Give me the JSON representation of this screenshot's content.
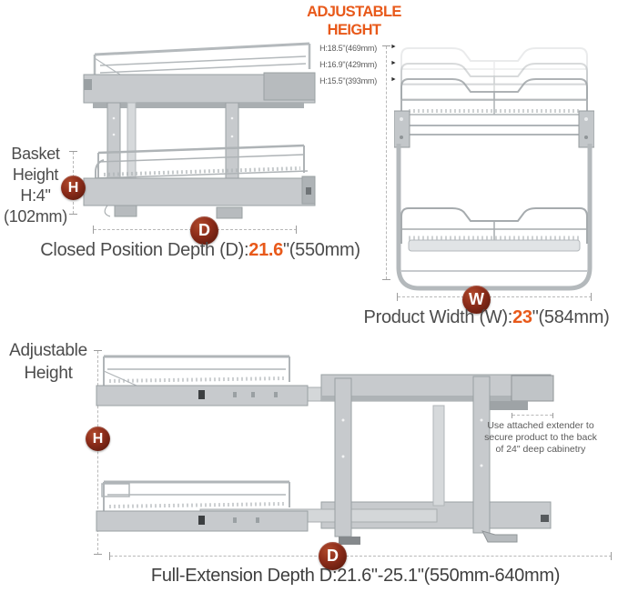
{
  "colors": {
    "accent": "#E8591A",
    "badge": "#6B1F11",
    "text": "#4C4C4C"
  },
  "icons": {
    "arrow_right": "►"
  },
  "title": {
    "line1": "ADJUSTABLE",
    "line2": "HEIGHT"
  },
  "badges": {
    "height": "H",
    "depth": "D",
    "width": "W"
  },
  "height_options": {
    "items": [
      {
        "label": "H:18.5\"(469mm)"
      },
      {
        "label": "H:16.9\"(429mm)"
      },
      {
        "label": "H:15.5\"(393mm)"
      }
    ]
  },
  "basket_height": {
    "line1": "Basket",
    "line2": "Height",
    "line3": "H:4\"",
    "line4": "(102mm)"
  },
  "closed_depth": {
    "prefix": "Closed Position Depth (D):",
    "value": "21.6",
    "suffix": "\"(550mm)"
  },
  "product_width": {
    "prefix": "Product Width (W):",
    "value": "23",
    "suffix": "\"(584mm)"
  },
  "adjustable_height": {
    "line1": "Adjustable",
    "line2": "Height"
  },
  "extender_note": {
    "line1": "Use attached extender to",
    "line2": "secure product to the back",
    "line3": "of 24\" deep cabinetry"
  },
  "full_extension": {
    "label": "Full-Extension Depth D:21.6\"-25.1\"(550mm-640mm)"
  }
}
